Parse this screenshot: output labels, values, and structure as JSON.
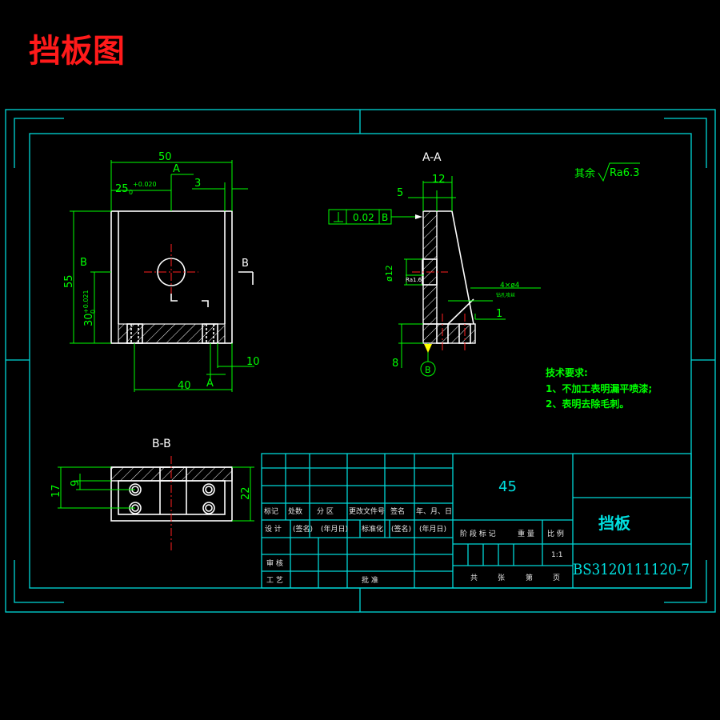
{
  "drawing_title": "挡板图",
  "views": {
    "top": {
      "dim_width": "50",
      "dim_half": "25",
      "dim_half_sub": "0",
      "dim_half_tol": "+0.020",
      "dim_small": "3",
      "dim_height": "55",
      "dim_mid": "30",
      "dim_mid_sub": "0",
      "dim_mid_tol": "+0.021",
      "dim_bottom": "40",
      "dim_right": "10",
      "section_a": "A",
      "section_b": "B"
    },
    "section_aa": {
      "label": "A-A",
      "dim_12": "12",
      "dim_5": "5",
      "dim_8": "8",
      "dim_1": "1",
      "tolerance_value": "0.02",
      "tolerance_datum": "B",
      "dia_label": "ø12",
      "roughness_small": "Ra1.6",
      "hole_note": "4×ø4",
      "hole_sub": "钻孔攻丝",
      "datum_label": "B"
    },
    "section_bb": {
      "label": "B-B",
      "dim_17": "17",
      "dim_9": "9",
      "dim_22": "22"
    }
  },
  "roughness_general": {
    "prefix": "其余",
    "value": "Ra6.3"
  },
  "notes": {
    "heading": "技术要求:",
    "items": [
      "1、不加工表明漏平喷漆;",
      "2、表明去除毛刺。"
    ]
  },
  "title_block": {
    "material": "45",
    "part_name": "挡板",
    "drawing_number": "BS3120111120-7",
    "scale": "1:1",
    "row_labels": [
      "标记",
      "处数",
      "分 区",
      "更改文件号",
      "签名",
      "年、月、日"
    ],
    "design_row": [
      "设 计",
      "(签名)",
      "(年月日)",
      "标准化",
      "(签名)",
      "(年月日)"
    ],
    "review": "审 核",
    "process": "工 艺",
    "approve": "批 准",
    "stage_labels": [
      "阶 段 标 记",
      "重 量",
      "比 例"
    ],
    "sheet_labels": [
      "共",
      "张",
      "第",
      "页"
    ]
  }
}
